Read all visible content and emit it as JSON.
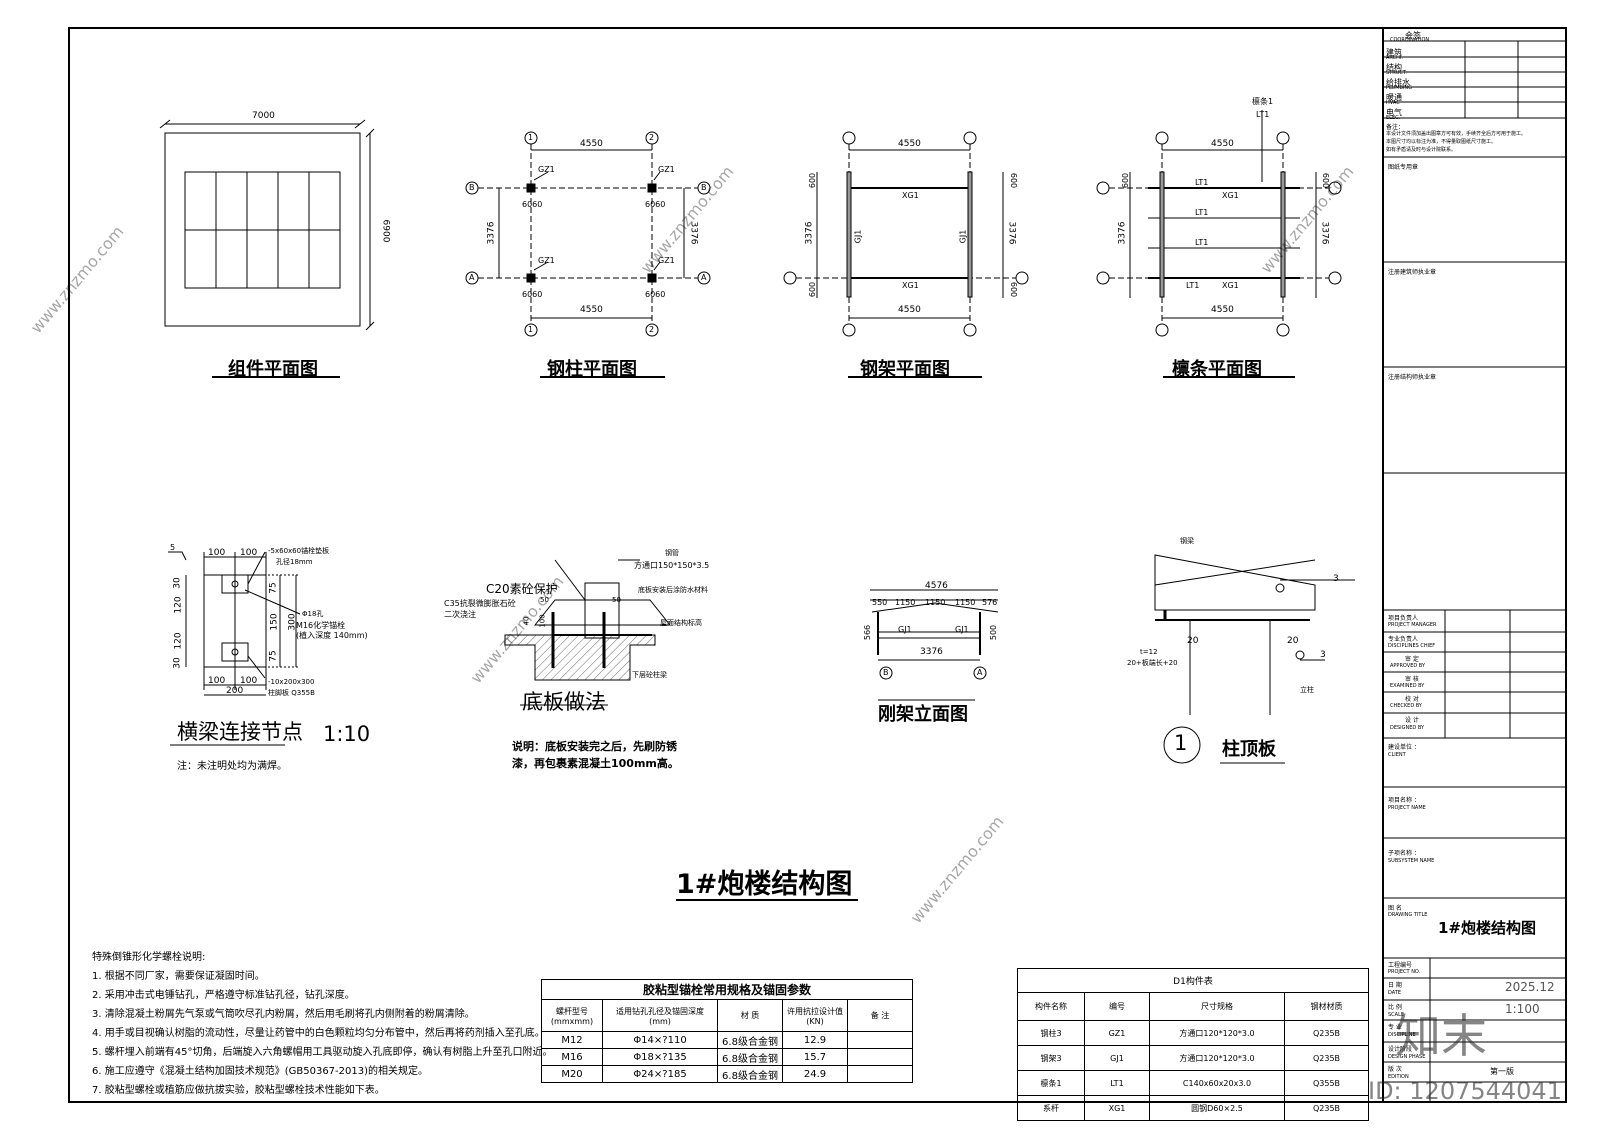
{
  "drawings": {
    "component_plan": {
      "title": "组件平面图",
      "dim_w": "7000",
      "dim_h": "6900"
    },
    "column_plan": {
      "title": "钢柱平面图",
      "dim_top": "4550",
      "dim_bottom": "4550",
      "dim_side": "3376",
      "column_label": "GZ1",
      "column_size": "6060",
      "axis_1": "1",
      "axis_2": "2",
      "axis_a": "A",
      "axis_b": "B"
    },
    "frame_plan": {
      "title": "钢架平面图",
      "dim_top": "4550",
      "dim_bottom": "4550",
      "dim_side": "3376",
      "offset": "600",
      "beam": "XG1",
      "girder": "GJ1"
    },
    "purlin_plan": {
      "title": "檩条平面图",
      "dim_top": "4550",
      "dim_bottom": "4550",
      "dim_side": "3376",
      "offset": "600",
      "purlin": "LT1",
      "callout": "檩条1",
      "callout_code": "LT1",
      "beam": "XG1",
      "girder": "GJ1"
    },
    "beam_joint": {
      "title": "横梁连接节点",
      "scale": "1:10",
      "note": "注：未注明处均为满焊。",
      "d100": "100",
      "d200": "200",
      "d75": "75",
      "d150": "150",
      "d300": "300",
      "d30": "30",
      "d120": "120",
      "lbl_plate": "-5x60x60锚栓垫板",
      "lbl_hole": "孔径18mm",
      "lbl_bolt_hole": "Φ18孔",
      "lbl_bolt": "M16化学锚栓",
      "lbl_bolt_depth": "(植入深度 140mm)",
      "lbl_base": "-10x200x300",
      "lbl_base2": "柱脚板 Q355B",
      "weld": "5"
    },
    "base_plate": {
      "title": "底板做法",
      "c20": "C20素砼保护",
      "c35": "C35抗裂微膨胀石砼",
      "c35b": "二次浇注",
      "col": "钢管",
      "col_size": "方通口150*150*3.5",
      "l1": "底板安装后涂防水材料",
      "l2": "屋面结构标高",
      "l3": "下层砼柱梁",
      "d50": "50",
      "d40": "40",
      "d100": "100",
      "note1": "说明：底板安装完之后，先刷防锈",
      "note2": "漆，再包裹素混凝土100mm高。"
    },
    "frame_elev": {
      "title": "刚架立面图",
      "dim_total": "4576",
      "d550": "550",
      "d1150": "1150",
      "d576": "576",
      "d566": "566",
      "d3376": "3376",
      "d500": "500",
      "gj": "GJ1",
      "axis_a": "A",
      "axis_b": "B"
    },
    "column_top": {
      "title": "柱顶板",
      "num": "1",
      "lbl_beam": "钢梁",
      "lbl_col": "立柱",
      "t": "t=12",
      "t2": "20+板端长+20",
      "d20": "20",
      "slope": "3"
    }
  },
  "main_title": "1#炮楼结构图",
  "special_notes": {
    "heading": "特殊倒锥形化学螺栓说明:",
    "lines": [
      "1. 根据不同厂家，需要保证凝固时间。",
      "2. 采用冲击式电锤钻孔，严格遵守标准钻孔径，钻孔深度。",
      "3. 清除混凝土粉屑先气泵或气筒吹尽孔内粉屑，然后用毛刷将孔内侧附着的粉屑清除。",
      "4. 用手或目视确认树脂的流动性，尽量让药管中的白色颗粒均匀分布管中，然后再将药剂插入至孔底。",
      "5. 螺杆埋入前端有45°切角，后端旋入六角螺帽用工具驱动旋入孔底即停，确认有树脂上升至孔口附近。",
      "6. 施工应遵守《混凝土结构加固技术规范》(GB50367-2013)的相关规定。",
      "7. 胶粘型螺栓或植筋应做抗拔实验，胶粘型螺栓技术性能如下表。"
    ]
  },
  "anchor_table": {
    "title": "胶粘型锚栓常用规格及锚固参数",
    "headers": [
      "螺杆型号\n(mmxmm)",
      "适用钻孔孔径及锚固深度\n(mm)",
      "材 质",
      "许用抗拉设计值\n(KN)",
      "备 注"
    ],
    "rows": [
      [
        "M12",
        "Φ14×?110",
        "6.8级合金钢",
        "12.9",
        ""
      ],
      [
        "M16",
        "Φ18×?135",
        "6.8级合金钢",
        "15.7",
        ""
      ],
      [
        "M20",
        "Φ24×?185",
        "6.8级合金钢",
        "24.9",
        ""
      ]
    ]
  },
  "member_table": {
    "title": "D1构件表",
    "headers": [
      "构件名称",
      "编号",
      "尺寸规格",
      "钢材材质"
    ],
    "rows": [
      [
        "钢柱3",
        "GZ1",
        "方通口120*120*3.0",
        "Q235B"
      ],
      [
        "钢架3",
        "GJ1",
        "方通口120*120*3.0",
        "Q235B"
      ],
      [
        "檩条1",
        "LT1",
        "C140x60x20x3.0",
        "Q355B"
      ],
      [
        "系杆",
        "XG1",
        "圆钢D60×2.5",
        "Q235B"
      ]
    ]
  },
  "title_block": {
    "coord": [
      {
        "cn": "会签",
        "en": "COORDINATION"
      },
      {
        "cn": "建筑",
        "en": "ARCHI."
      },
      {
        "cn": "结构",
        "en": "STRUCT."
      },
      {
        "cn": "给排水",
        "en": "PLUMBING"
      },
      {
        "cn": "暖通",
        "en": "HVAC"
      },
      {
        "cn": "电气",
        "en": "ELEC."
      }
    ],
    "notes_heading": "备注：",
    "notes": [
      "本设计文件须加盖出图章方可有效，手续齐全后方可用于施工。",
      "本图尺寸均以标注为准，不得量取图纸尺寸施工。",
      "如有矛盾请及时与设计院联系。"
    ],
    "seal1": "图纸专用章",
    "seal2": "注册建筑师执业章",
    "seal3": "注册结构师执业章",
    "roles": [
      {
        "cn": "项目负责人",
        "en": "PROJECT MANAGER"
      },
      {
        "cn": "专业负责人",
        "en": "DISCIPLINES CHIEF"
      },
      {
        "cn": "审 定",
        "en": "APPROVED BY"
      },
      {
        "cn": "审 核",
        "en": "EXAMINED BY"
      },
      {
        "cn": "校 对",
        "en": "CHECKED BY"
      },
      {
        "cn": "设 计",
        "en": "DESIGNED BY"
      }
    ],
    "client": {
      "cn": "建设单位 ：",
      "en": "CLIENT"
    },
    "project": {
      "cn": "项目名称 ：",
      "en": "PROJECT NAME"
    },
    "subsystem": {
      "cn": "子项名称 ：",
      "en": "SUBSYSTEM NAME"
    },
    "drawing_title_lbl": {
      "cn": "图 名",
      "en": "DRAWING TITLE"
    },
    "drawing_title": "1#炮楼结构图",
    "proj_no": {
      "cn": "工程编号",
      "en": "PROJECT NO."
    },
    "date": {
      "cn": "日 期",
      "en": "DATE",
      "value": "2025.12"
    },
    "scale": {
      "cn": "比 例",
      "en": "SCALE",
      "value": "1:100"
    },
    "discipline": {
      "cn": "专 业",
      "en": "DISCIPLINE"
    },
    "dwg_no": {
      "cn": "设计阶段",
      "en": "DESIGN PHASE"
    },
    "edition": {
      "cn": "版 次",
      "en": "EDITION",
      "value": "第一版"
    }
  },
  "watermark": {
    "site": "www.znzmo.com",
    "brand": "知末",
    "id": "ID: 1207544041"
  }
}
